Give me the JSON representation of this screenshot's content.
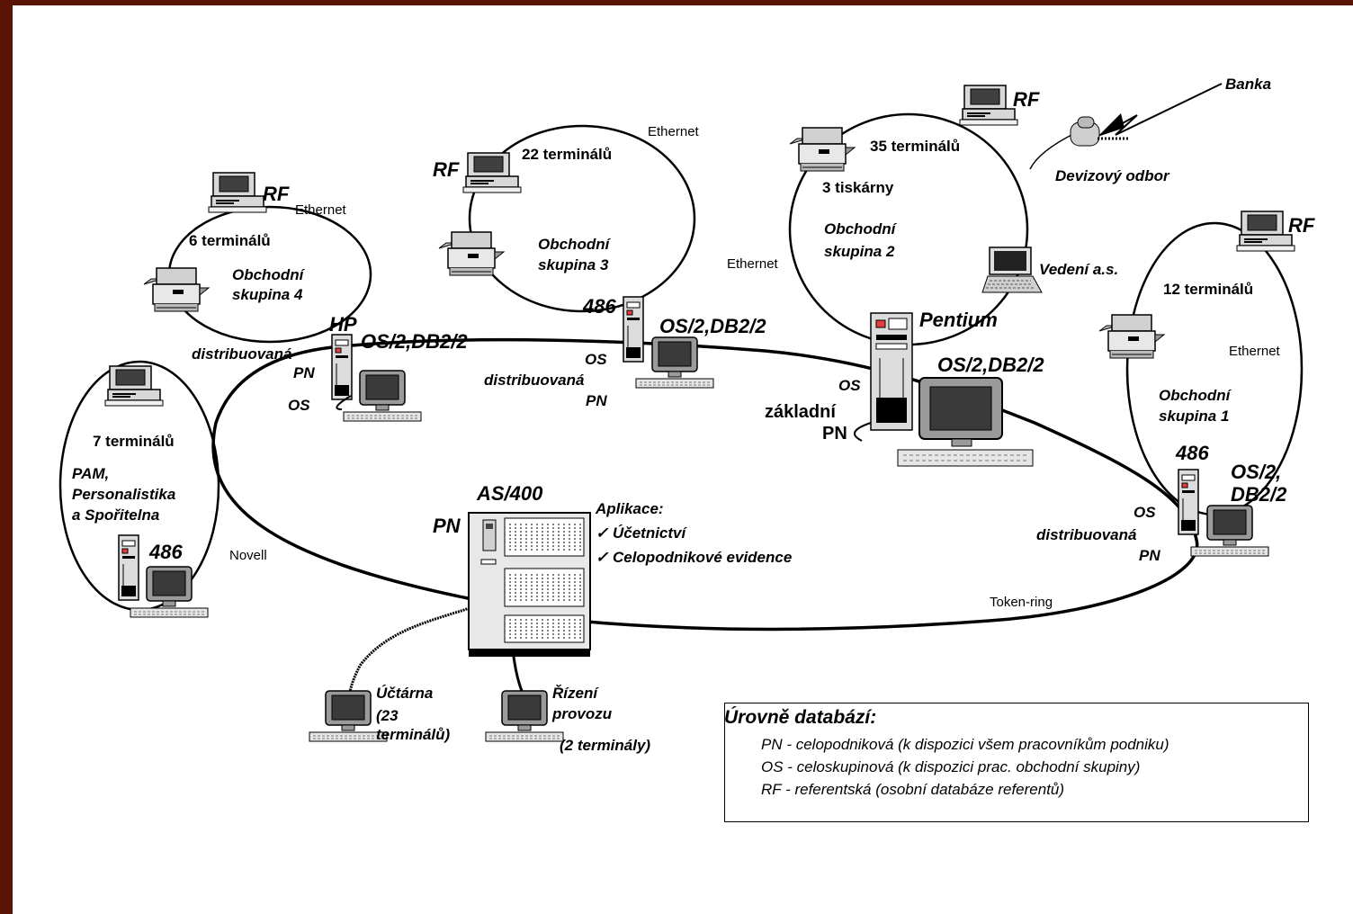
{
  "network_types": {
    "ethernet": "Ethernet",
    "token_ring": "Token-ring",
    "novell": "Novell"
  },
  "group4": {
    "rf": "RF",
    "terminals": "6 terminálů",
    "name_line1": "Obchodní",
    "name_line2": "skupina  4",
    "server": "HP",
    "os_label": "OS/2,DB2/2",
    "role_line1": "distribuovaná",
    "role_line2": "PN",
    "os": "OS"
  },
  "group3": {
    "rf": "RF",
    "terminals": "22 terminálů",
    "name_line1": "Obchodní",
    "name_line2": "skupina  3",
    "server": "486",
    "os_label": "OS/2,DB2/2",
    "os": "OS",
    "role_line1": "distribuovaná",
    "role_line2": "PN"
  },
  "group2": {
    "rf": "RF",
    "terminals": "35 terminálů",
    "printers": "3 tiskárny",
    "name_line1": "Obchodní",
    "name_line2": "skupina  2",
    "management": "Vedení a.s.",
    "server": "Pentium",
    "os_label": "OS/2,DB2/2",
    "os": "OS",
    "role_line1": "základní",
    "role_line2": "PN"
  },
  "group1": {
    "rf": "RF",
    "terminals": "12 terminálů",
    "name_line1": "Obchodní",
    "name_line2": "skupina 1",
    "server": "486",
    "os_label_line1": "OS/2,",
    "os_label_line2": "DB2/2",
    "os": "OS",
    "role_line1": "distribuovaná",
    "role_line2": "PN"
  },
  "pam": {
    "terminals": "7 terminálů",
    "line1": "PAM,",
    "line2": "Personalistika",
    "line3": "a Spořitelna",
    "server": "486"
  },
  "bank": {
    "label": "Banka",
    "dept": "Devizový odbor"
  },
  "mainframe": {
    "name": "AS/400",
    "db": "PN",
    "apps_title": "Aplikace:",
    "app1": "✓ Účetnictví",
    "app2": "✓ Celopodnikové evidence"
  },
  "accounting": {
    "line1": "Účtárna",
    "line2": "(23",
    "line3": "terminálů)"
  },
  "operations": {
    "line1": "Řízení",
    "line2": "provozu",
    "line3": "(2 terminály)"
  },
  "legend": {
    "title": "Úrovně databází:",
    "items": [
      "PN - celopodniková (k dispozici všem pracovníkům podniku)",
      "OS - celoskupinová (k dispozici prac. obchodní skupiny)",
      "RF - referentská (osobní databáze referentů)"
    ]
  }
}
